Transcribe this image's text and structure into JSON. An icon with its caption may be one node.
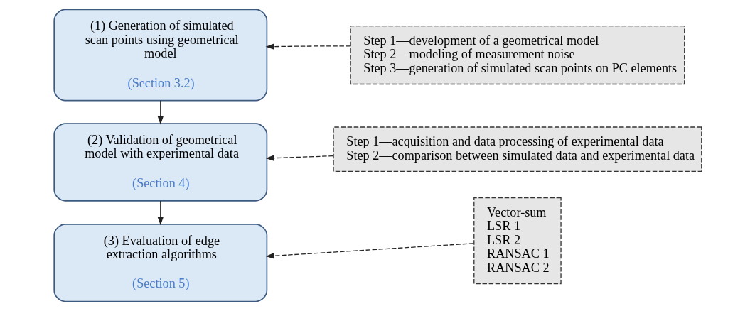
{
  "diagram": {
    "nodes": [
      {
        "text": [
          "(1) Generation of simulated scan points using geometrical model",
          "(Section 3.2)"
        ]
      },
      {
        "text": [
          "(2) Validation of geometrical model with experimental data",
          "(Section 4)"
        ]
      },
      {
        "text": [
          "(3) Evaluation of edge extraction algorithms",
          "(Section 5)"
        ]
      },
      {
        "text": [
          "Step 1—development of a geometrical model",
          "Step 2—modeling of measurement noise",
          "Step 3—generation of simulated scan points on PC elements"
        ]
      },
      {
        "text": [
          "Step 1—acquisition and data processing of experimental data",
          "Step 2—comparison between simulated data and experimental data"
        ]
      },
      {
        "text": [
          "Vector-sum",
          "LSR 1",
          "LSR 2",
          "RANSAC 1",
          "RANSAC 2"
        ]
      }
    ],
    "edges": [
      {
        "from": 0,
        "to": 1,
        "arrow": "to"
      },
      {
        "from": 1,
        "to": 2,
        "arrow": "to"
      },
      {
        "from": 3,
        "to": 0,
        "arrow": "to",
        "style": "dashed"
      },
      {
        "from": 4,
        "to": 1,
        "arrow": "to",
        "style": "dashed"
      },
      {
        "from": 5,
        "to": 2,
        "arrow": "to",
        "style": "dashed"
      }
    ]
  }
}
